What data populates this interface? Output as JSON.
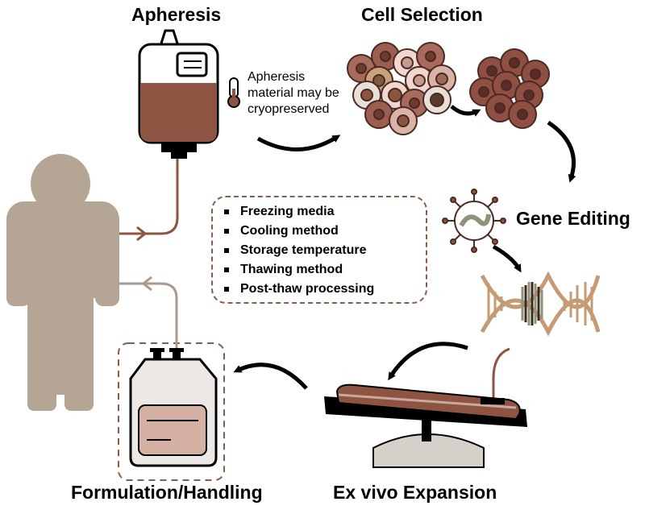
{
  "labels": {
    "apheresis": "Apheresis",
    "cell_selection": "Cell Selection",
    "gene_editing": "Gene Editing",
    "ex_vivo_expansion": "Ex vivo Expansion",
    "formulation_handling": "Formulation/Handling"
  },
  "apheresis_note": [
    "Apheresis",
    "material may be",
    "cryopreserved"
  ],
  "cryo_factors": [
    "Freezing media",
    "Cooling method",
    "Storage temperature",
    "Thawing method",
    "Post-thaw processing"
  ],
  "colors": {
    "person": "#b5a595",
    "blood": "#8d5441",
    "tube_in": "#8d5441",
    "tube_out": "#a89a8c",
    "dashed_border": "#8a5d4a",
    "dna_tan": "#c69a74",
    "dna_olive": "#8f9276"
  }
}
